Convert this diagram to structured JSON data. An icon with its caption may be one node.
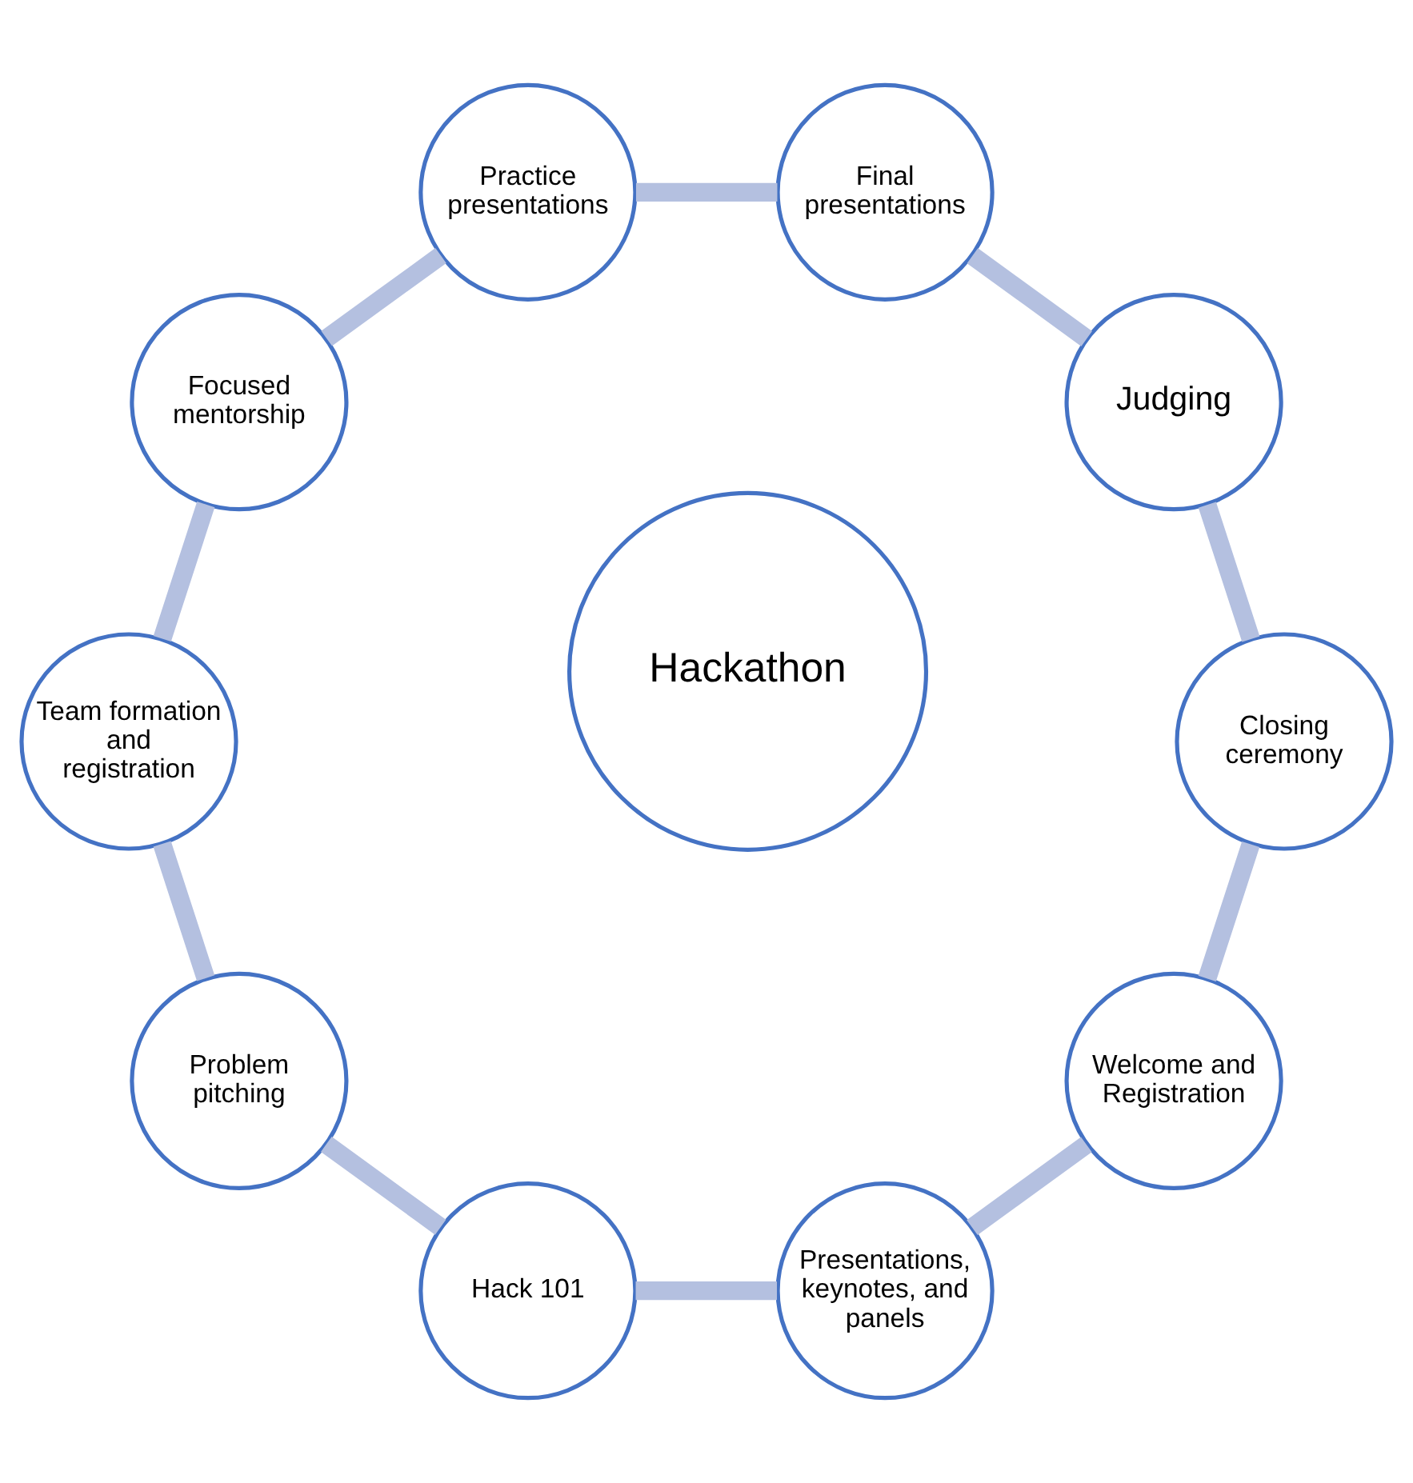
{
  "diagram": {
    "nodes": [
      {
        "text": [
          "Hackathon"
        ]
      },
      {
        "text": [
          "Welcome and Registration"
        ]
      },
      {
        "text": [
          "Presentations, keynotes, and panels"
        ]
      },
      {
        "text": [
          "Hack 101"
        ]
      },
      {
        "text": [
          "Problem pitching"
        ]
      },
      {
        "text": [
          "Team formation and registration"
        ]
      },
      {
        "text": [
          "Focused mentorship"
        ]
      },
      {
        "text": [
          "Practice presentations"
        ]
      },
      {
        "text": [
          "Final presentations"
        ]
      },
      {
        "text": [
          "Judging"
        ]
      },
      {
        "text": [
          "Closing ceremony"
        ]
      }
    ],
    "edges": [
      {
        "from": 1,
        "to": 2,
        "arrow": "none"
      },
      {
        "from": 2,
        "to": 3,
        "arrow": "none"
      },
      {
        "from": 3,
        "to": 4,
        "arrow": "none"
      },
      {
        "from": 4,
        "to": 5,
        "arrow": "none"
      },
      {
        "from": 5,
        "to": 6,
        "arrow": "none"
      },
      {
        "from": 6,
        "to": 7,
        "arrow": "none"
      },
      {
        "from": 7,
        "to": 8,
        "arrow": "none"
      },
      {
        "from": 8,
        "to": 9,
        "arrow": "none"
      },
      {
        "from": 9,
        "to": 10,
        "arrow": "none"
      },
      {
        "from": 10,
        "to": 1,
        "arrow": "none"
      }
    ]
  }
}
